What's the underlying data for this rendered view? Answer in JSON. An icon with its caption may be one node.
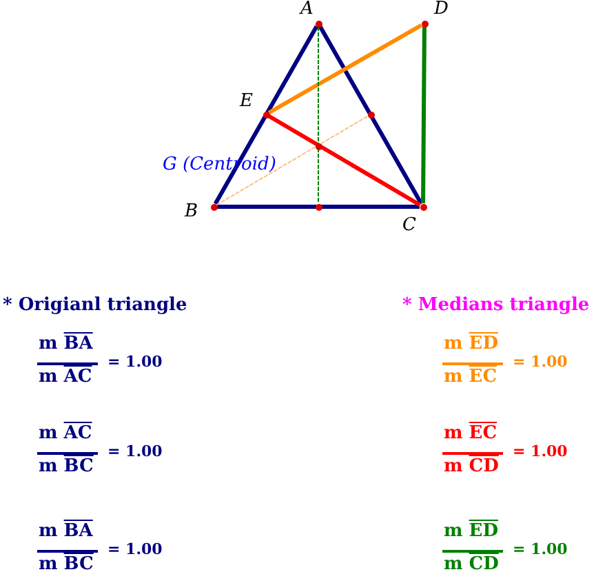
{
  "diagram": {
    "nodes": [
      {
        "text": [],
        "shape": "circle",
        "beside": [
          "A"
        ]
      },
      {
        "text": [],
        "shape": "circle",
        "beside": [
          "B"
        ]
      },
      {
        "text": [],
        "shape": "circle",
        "beside": [
          "C"
        ]
      },
      {
        "text": [],
        "shape": "circle",
        "beside": [
          "D"
        ]
      },
      {
        "text": [],
        "shape": "circle",
        "beside": [
          "E"
        ]
      },
      {
        "text": [],
        "shape": "circle"
      },
      {
        "text": [],
        "shape": "circle"
      },
      {
        "text": [],
        "shape": "circle",
        "beside": [
          "G (Centroid)"
        ]
      }
    ],
    "edges": [
      {
        "from": 1,
        "to": 0,
        "arrow": "none"
      },
      {
        "from": 0,
        "to": 2,
        "arrow": "none"
      },
      {
        "from": 1,
        "to": 2,
        "arrow": "none"
      },
      {
        "from": 4,
        "to": 3,
        "arrow": "none",
        "color": "#ff8c00"
      },
      {
        "from": 4,
        "to": 2,
        "arrow": "none",
        "color": "#ff0000"
      },
      {
        "from": 2,
        "to": 3,
        "arrow": "none",
        "color": "#008000"
      },
      {
        "from": 0,
        "to": 5,
        "arrow": "none",
        "style": "dashed",
        "color": "#008000"
      },
      {
        "from": 1,
        "to": 6,
        "arrow": "none",
        "style": "dashed",
        "color": "#ffc080"
      }
    ],
    "labels": [
      "* Origianl triangle",
      "* Medians triangle",
      "m BA",
      "m AC",
      "= 1.00",
      "m ED",
      "m EC",
      "= 1.00",
      "m AC",
      "m BC",
      "= 1.00",
      "m EC",
      "m CD",
      "= 1.00",
      "m BA",
      "m BC",
      "= 1.00",
      "m ED",
      "m CD",
      "= 1.00"
    ]
  }
}
